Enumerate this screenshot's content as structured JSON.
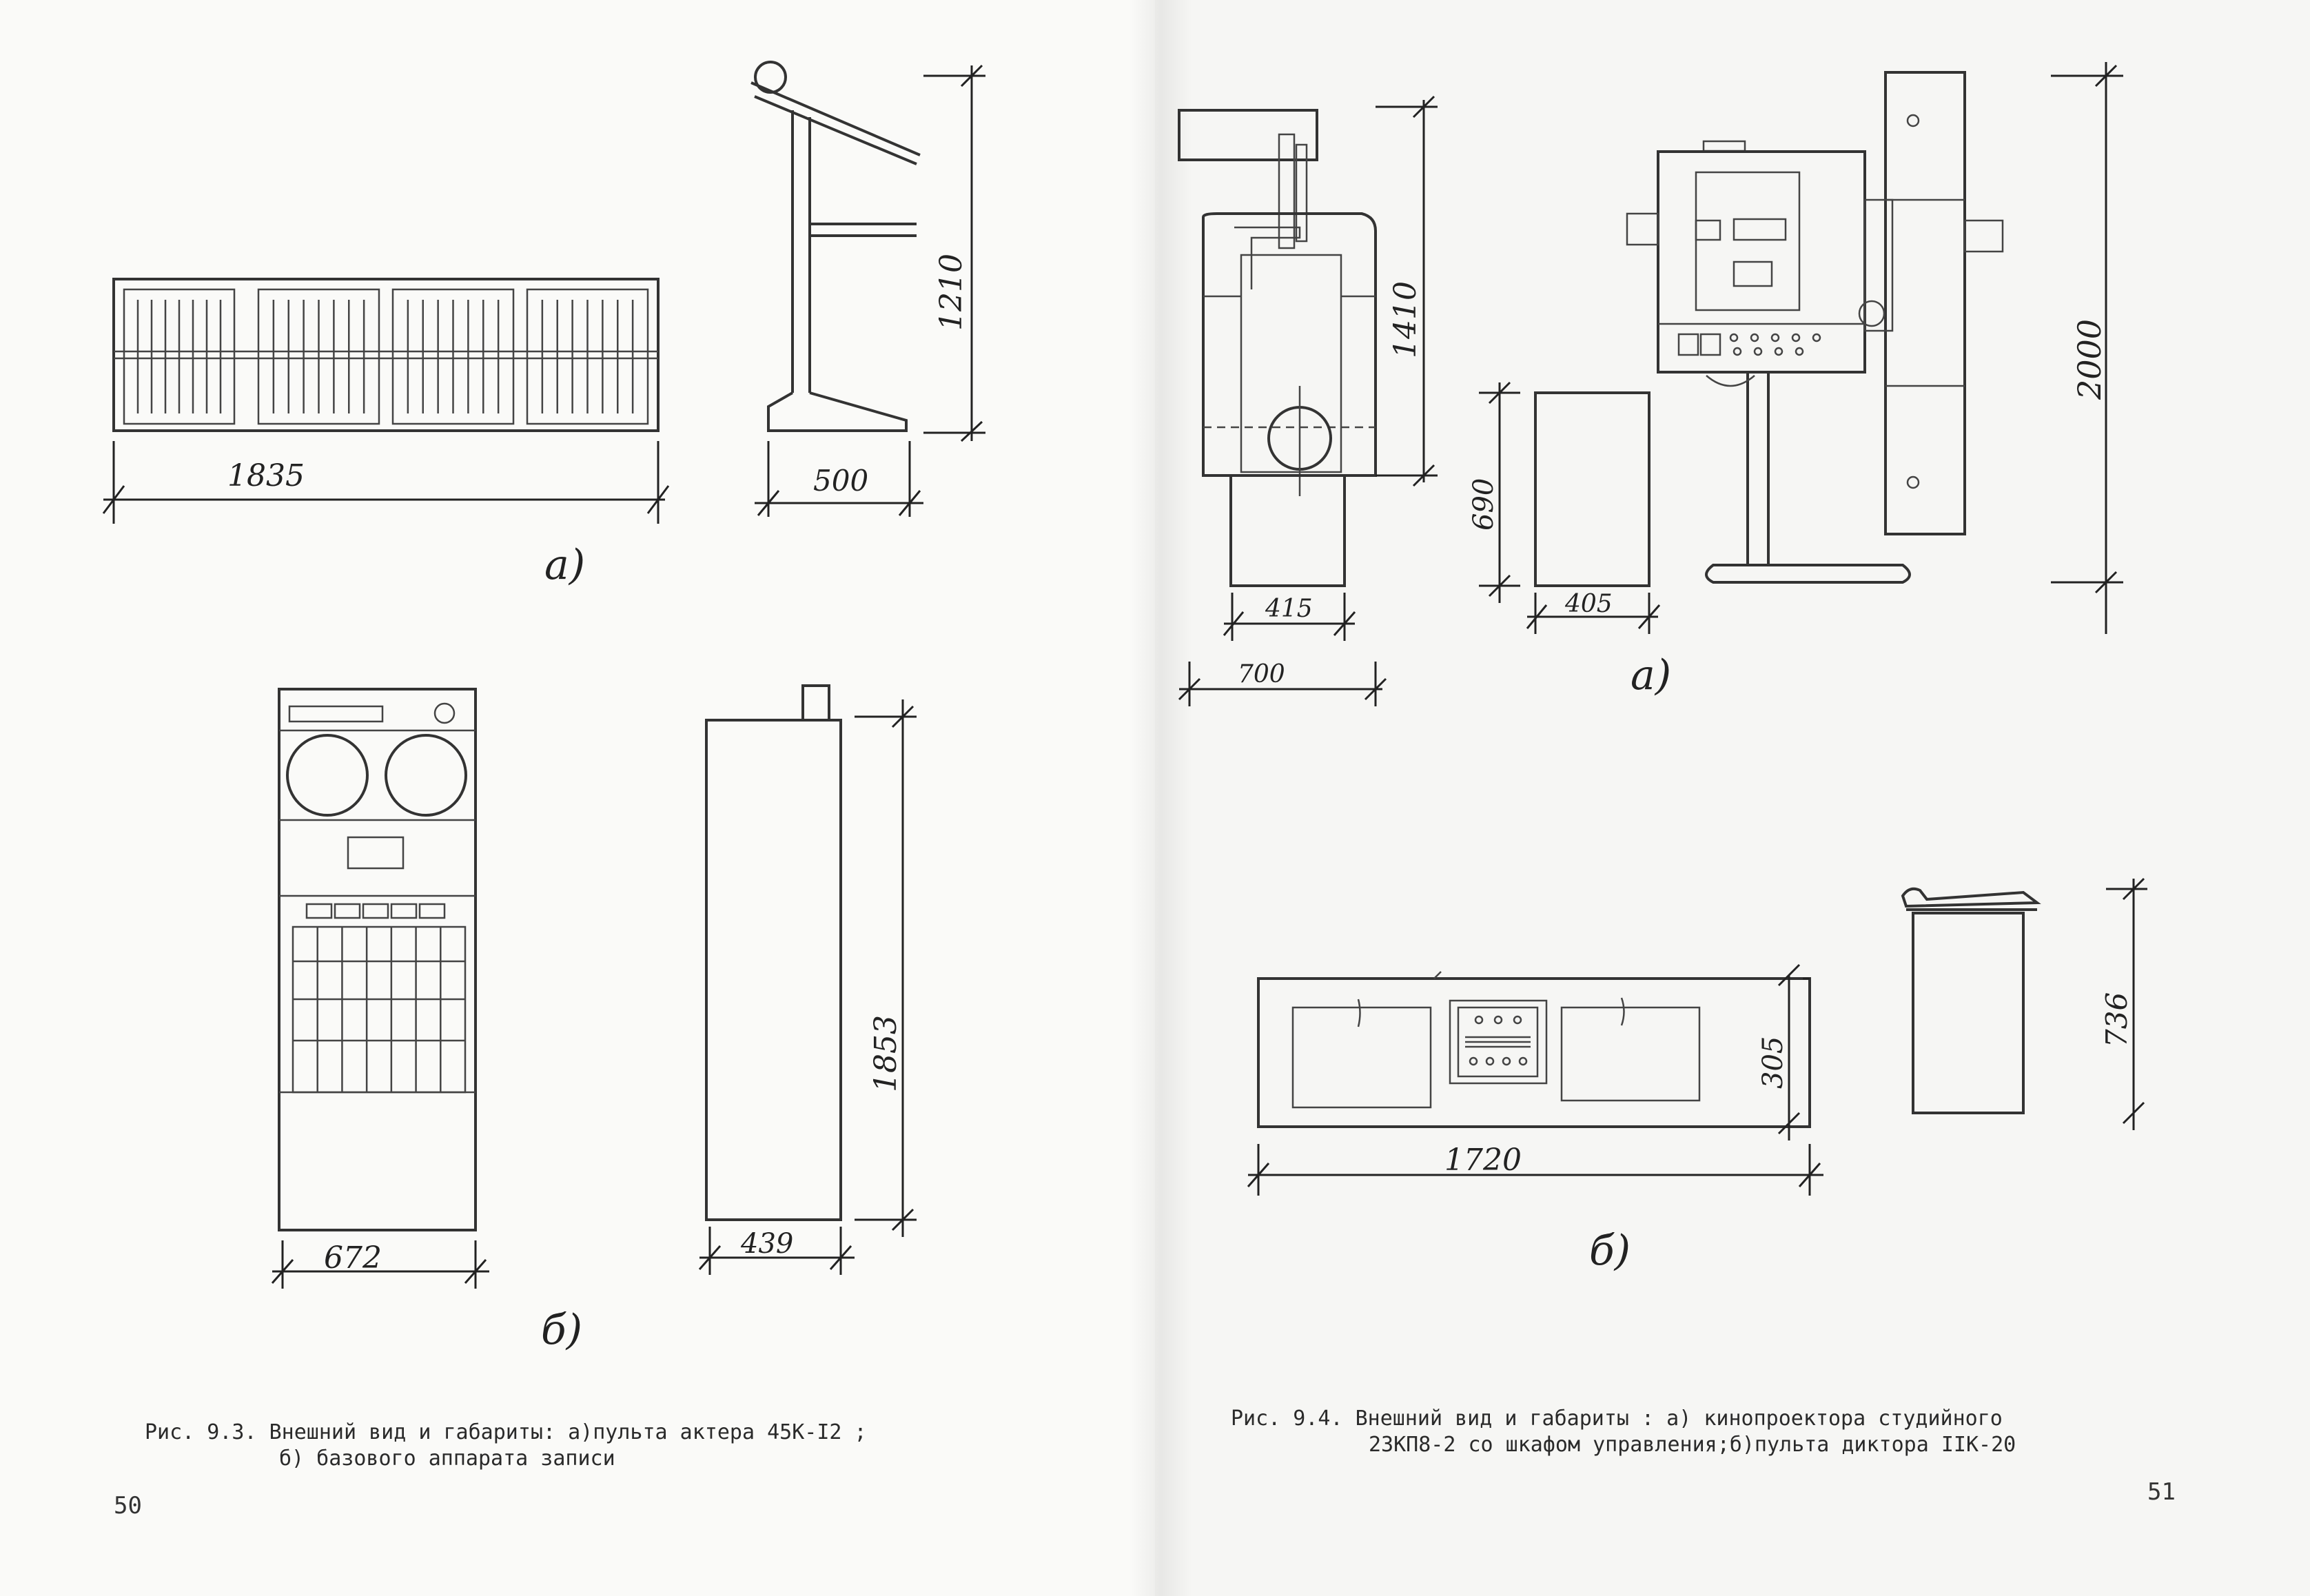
{
  "left_page": {
    "page_number": "50",
    "figure_a": {
      "label": "а)",
      "width_dim": "1835",
      "depth_dim": "500",
      "height_dim": "1210"
    },
    "figure_b": {
      "label": "б)",
      "width_dim": "672",
      "depth_dim": "439",
      "height_dim": "1853"
    },
    "caption_line1": "Рис. 9.3. Внешний вид и габариты: а)пульта актера 45К-I2 ;",
    "caption_line2": "б) базового аппарата записи"
  },
  "right_page": {
    "page_number": "51",
    "figure_a": {
      "label": "а)",
      "left_height_dim": "1410",
      "left_base_dim": "415",
      "left_width_dim": "700",
      "cabinet_height_dim": "690",
      "cabinet_width_dim": "405",
      "projector_height_dim": "2000"
    },
    "figure_b": {
      "label": "б)",
      "width_dim": "1720",
      "height_dim": "305",
      "side_height_dim": "736"
    },
    "caption_line1": "Рис. 9.4. Внешний вид и габариты : а) кинопроектора студийного",
    "caption_line2": "23КП8-2 со шкафом управления;б)пульта диктора IIК-20"
  }
}
